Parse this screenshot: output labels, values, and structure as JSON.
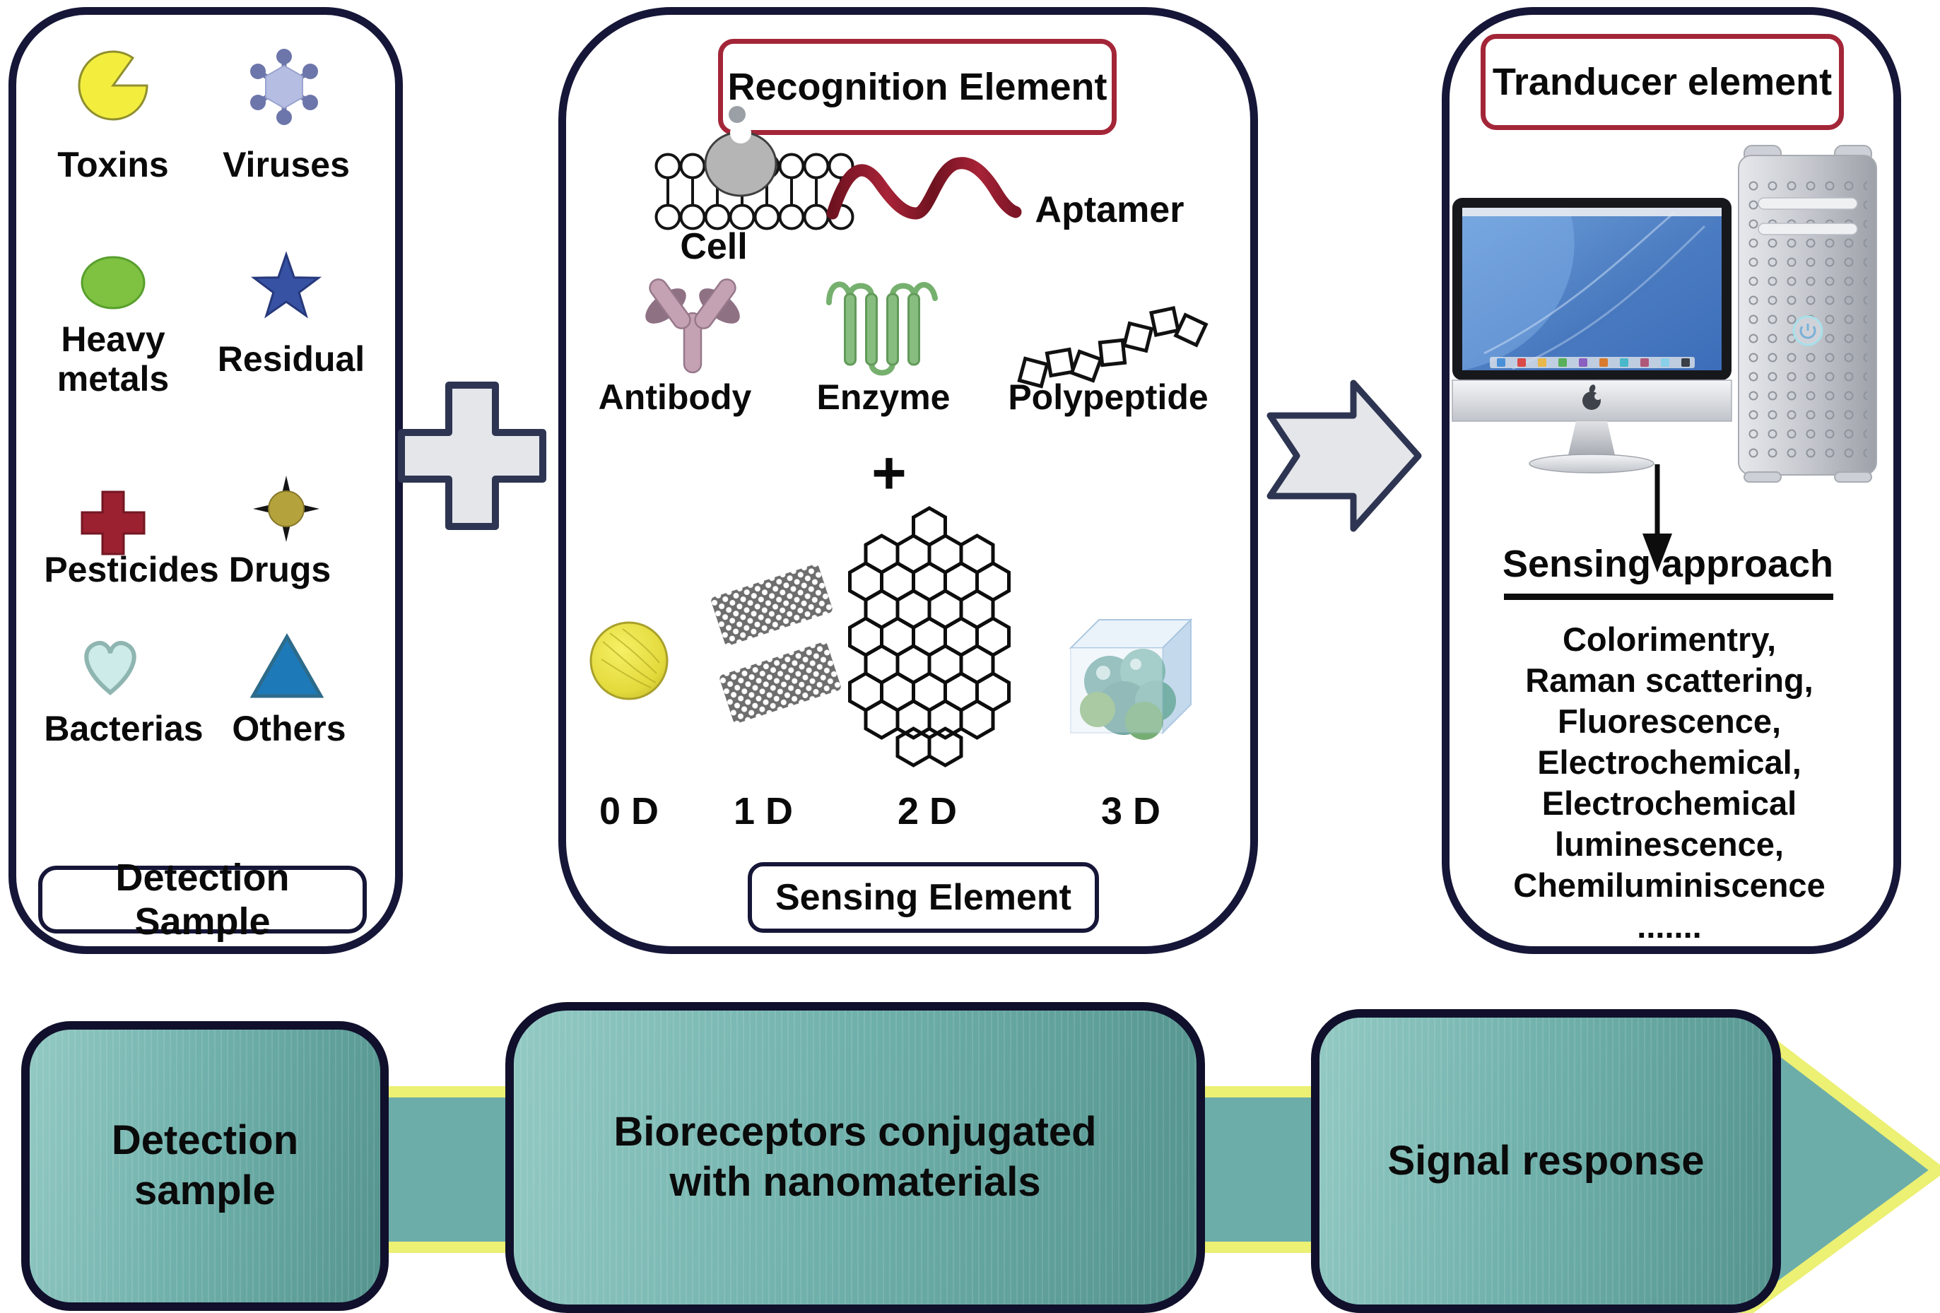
{
  "left_panel": {
    "tag": "Detection Sample",
    "items": [
      {
        "label": "Toxins"
      },
      {
        "label": "Viruses"
      },
      {
        "label": "Heavy\nmetals"
      },
      {
        "label": "Residual"
      },
      {
        "label": "Pesticides"
      },
      {
        "label": "Drugs"
      },
      {
        "label": "Bacterias"
      },
      {
        "label": "Others"
      }
    ]
  },
  "middle_panel": {
    "title": "Recognition Element",
    "tag": "Sensing Element",
    "plus": "+",
    "receptors": [
      {
        "label": "Cell"
      },
      {
        "label": "Aptamer"
      },
      {
        "label": "Antibody"
      },
      {
        "label": "Enzyme"
      },
      {
        "label": "Polypeptide"
      }
    ],
    "nanomaterials": [
      {
        "label": "0 D"
      },
      {
        "label": "1 D"
      },
      {
        "label": "2 D"
      },
      {
        "label": "3 D"
      }
    ]
  },
  "right_panel": {
    "title": "Tranducer element",
    "approach_title": "Sensing approach",
    "approaches": [
      "Colorimentry,",
      "Raman scattering,",
      "Fluorescence,",
      "Electrochemical,",
      "Electrochemical",
      "luminescence,",
      "Chemiluminiscence",
      "......."
    ]
  },
  "flow": {
    "step1": "Detection\nsample",
    "step2": "Bioreceptors conjugated\nwith nanomaterials",
    "step3": "Signal response"
  },
  "colors": {
    "navy_border": "#161638",
    "red_border": "#a32638",
    "teal_light": "#93c9c3",
    "teal_dark": "#55948e",
    "band_teal": "#6cadaa",
    "arrow_yellow": "#ecf073",
    "connector_gray": "#e4e6ea"
  }
}
